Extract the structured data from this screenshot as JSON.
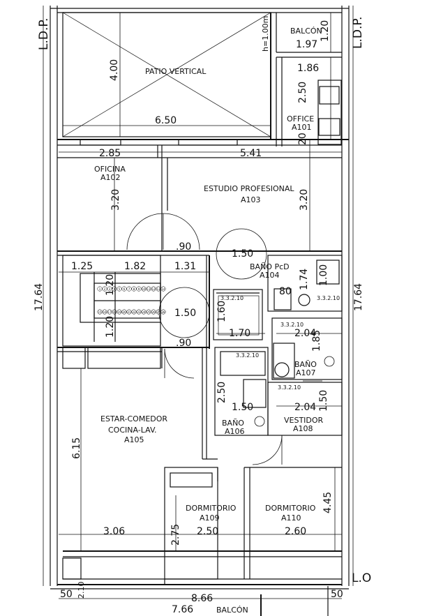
{
  "edge_labels": {
    "ldp_left": "L.D.P.",
    "ldp_right": "L.D.P.",
    "lo": "L.O"
  },
  "rooms": {
    "patio": "PATIO VERTICAL",
    "balcon_top": "BALCÓN",
    "office_name": "OFFICE",
    "office_code": "A101",
    "oficina_name": "OFICINA",
    "oficina_code": "A102",
    "estudio_name": "ESTUDIO PROFESIONAL",
    "estudio_code": "A103",
    "bano_pcd_name": "BAÑO PcD",
    "bano_pcd_code": "A104",
    "estar_line1": "ESTAR-COMEDOR",
    "estar_line2": "COCINA-LAV.",
    "estar_code": "A105",
    "bano106_name": "BAÑO",
    "bano106_code": "A106",
    "bano107_name": "BAÑO",
    "bano107_code": "A107",
    "vestidor_name": "VESTIDOR",
    "vestidor_code": "A108",
    "dorm109_name": "DORMITORIO",
    "dorm109_code": "A109",
    "dorm110_name": "DORMITORIO",
    "dorm110_code": "A110",
    "balcon_bottom": "BALCÓN"
  },
  "dimensions": {
    "patio_height": "4.00",
    "patio_width": "6.50",
    "parapet": "h=1.00m",
    "balcon_h": "1.20",
    "balcon_w": "1.97",
    "office_w": "1.86",
    "office_h": "2.50",
    "office_sill": "20",
    "oficina_w": "2.85",
    "estudio_w": "5.41",
    "oficina_h": "3.20",
    "estudio_h": "3.20",
    "door90_a": ".90",
    "door150_a": "1.50",
    "stair_a": "1.25",
    "stair_b": "1.82",
    "stair_c": "1.31",
    "stair_h1": "1.20",
    "stair_h2": "1.20",
    "hall_circle": "1.50",
    "door90_b": ".90",
    "elev_h": "1.60",
    "elev_w": "1.70",
    "pcd_80": "80",
    "pcd_174": "1.74",
    "pcd_100": "1.00",
    "bath107_w": "2.04",
    "bath107_h": "1.85",
    "bath106_h": "2.50",
    "bath106_w": "1.50",
    "vest_w": "2.04",
    "vest_h": "1.50",
    "total_left": "17.64",
    "total_right": "17.64",
    "estar_h": "6.15",
    "estar_w": "3.06",
    "dorm_275": "2.75",
    "dorm109_w": "2.50",
    "dorm110_w": "2.60",
    "dorm110_h": "4.45",
    "side_50_left": "50",
    "side_210": "2.10",
    "side_50_right": "50",
    "total_w": "8.66",
    "balcon_w_bottom": "7.66"
  },
  "notes": {
    "code_a": "3.3.2.10",
    "code_b": "3.3.2.10",
    "code_c": "3.3.2.10",
    "code_d": "3.3.2.10",
    "code_e": "3.3.2.10"
  },
  "stair_numbers": [
    "1",
    "2",
    "3",
    "4",
    "5",
    "6",
    "7",
    "8",
    "9",
    "10",
    "11",
    "12",
    "13",
    "14",
    "15",
    "16",
    "17",
    "18",
    "19",
    "20",
    "21",
    "22",
    "23",
    "24",
    "25",
    "26",
    "27",
    "28"
  ]
}
